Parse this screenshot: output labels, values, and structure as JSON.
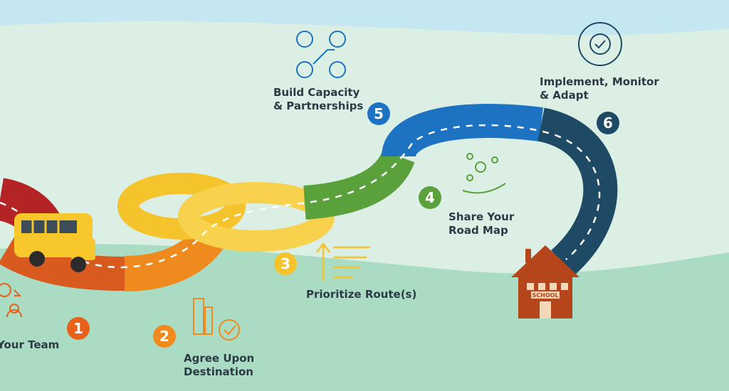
{
  "steps": [
    {
      "number": "1",
      "label": "Your Team",
      "color": "#e8611a"
    },
    {
      "number": "2",
      "label": "Agree Upon\nDestination",
      "color": "#f18a1c"
    },
    {
      "number": "3",
      "label": "Prioritize Route(s)",
      "color": "#f5c42d"
    },
    {
      "number": "4",
      "label": "Share Your\nRoad Map",
      "color": "#5aa13c"
    },
    {
      "number": "5",
      "label": "Build Capacity\n& Partnerships",
      "color": "#1d73c2"
    },
    {
      "number": "6",
      "label": "Implement, Monitor\n& Adapt",
      "color": "#1e4a66"
    }
  ],
  "icons": [
    "team-icon",
    "target-chart-icon",
    "priority-arrow-icon",
    "hand-network-icon",
    "people-network-icon",
    "cycle-check-icon"
  ],
  "school_sign": "SCHOOL",
  "colors": {
    "sky": "#c4e7f1",
    "hill_far": "#cfe7dc",
    "hill_near": "#a9dcc3",
    "road_red": "#d12f2f",
    "bus_yellow": "#f7c72b",
    "school_brick": "#b5451b"
  }
}
